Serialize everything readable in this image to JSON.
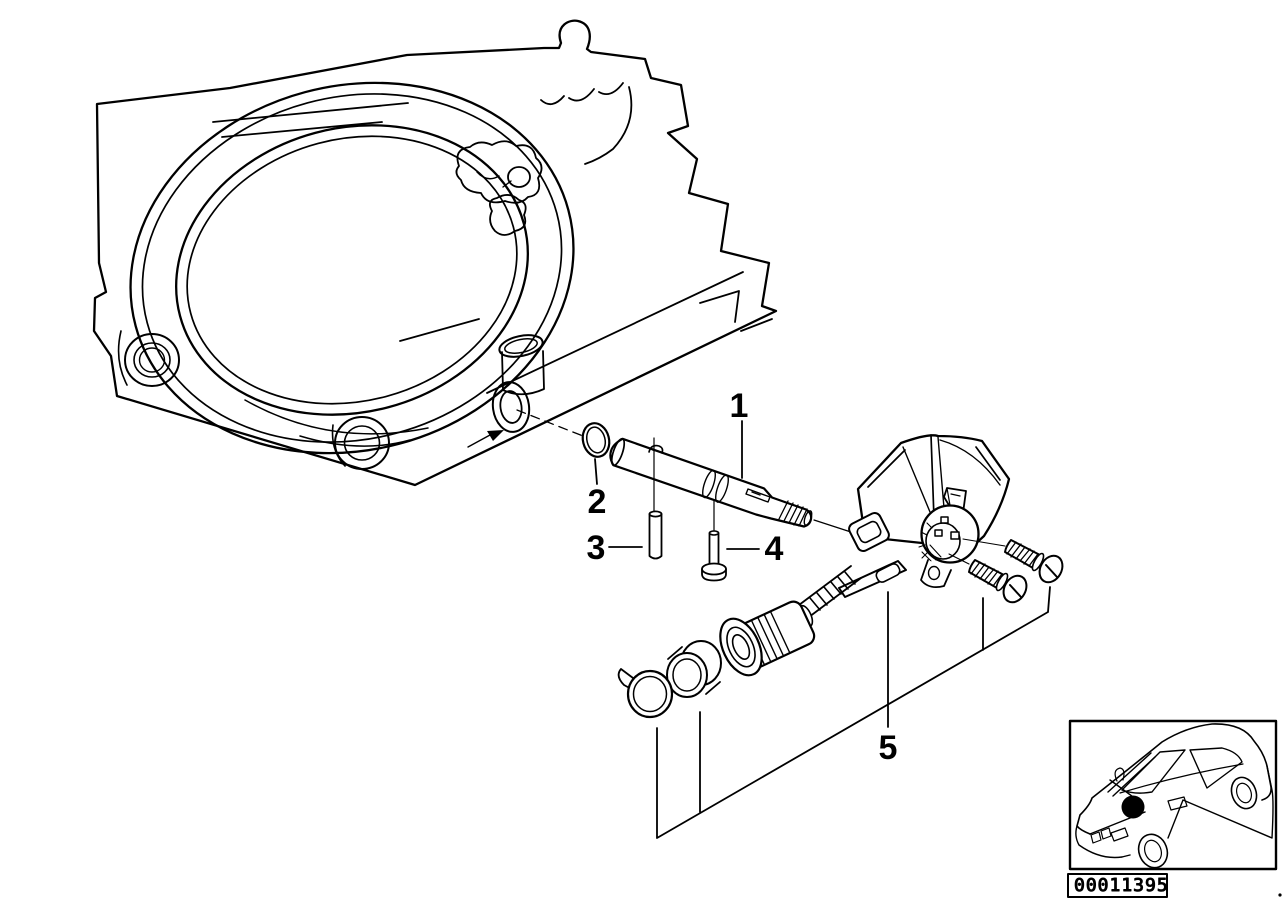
{
  "diagram": {
    "type": "exploded-parts-line-drawing",
    "background_color": "#ffffff",
    "line_color": "#000000",
    "callouts": [
      {
        "label": "1"
      },
      {
        "label": "2"
      },
      {
        "label": "3"
      },
      {
        "label": "4"
      },
      {
        "label": "5"
      }
    ],
    "footer": {
      "image_code": "00011395"
    }
  }
}
